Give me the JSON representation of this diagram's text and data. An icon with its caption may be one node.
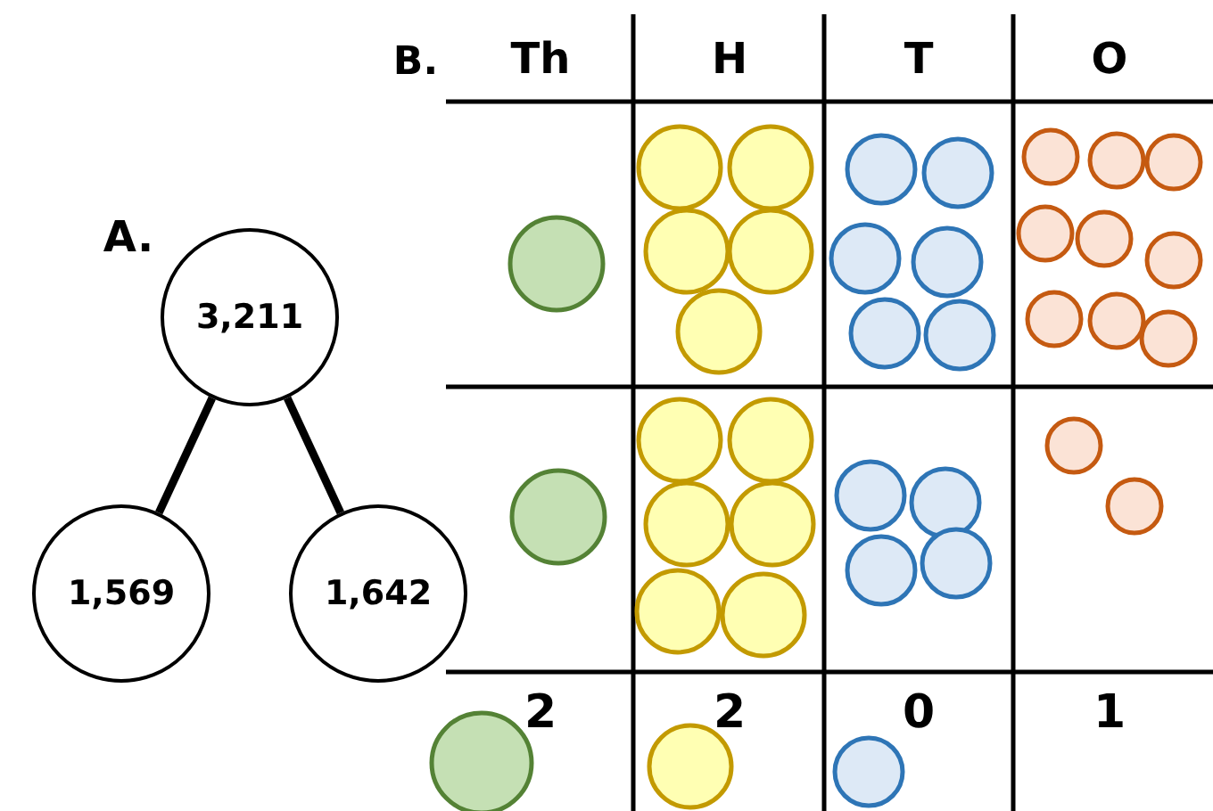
{
  "diagram": {
    "nodes": [
      {
        "text": [
          "3,211"
        ]
      },
      {
        "text": [
          "1,569"
        ]
      },
      {
        "text": [
          "1,642"
        ]
      }
    ],
    "edges": [
      {
        "from": 0,
        "to": 1,
        "arrow": "none"
      },
      {
        "from": 0,
        "to": 2,
        "arrow": "none"
      }
    ],
    "labels": [
      "A.",
      "B.",
      "Th",
      "H",
      "T",
      "O",
      "2",
      "2",
      "0",
      "1"
    ]
  }
}
